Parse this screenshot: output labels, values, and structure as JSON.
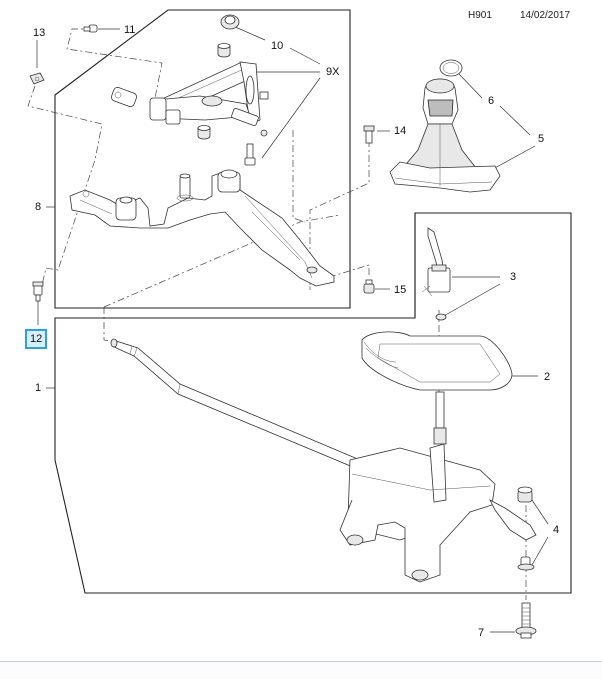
{
  "header": {
    "diagram_code": "H901",
    "date": "14/02/2017"
  },
  "diagram": {
    "type": "exploded parts diagram",
    "subject": "gear shift lever and control assembly",
    "selected_callout": "12",
    "callouts": [
      {
        "id": "1",
        "label": "1"
      },
      {
        "id": "2",
        "label": "2"
      },
      {
        "id": "3",
        "label": "3"
      },
      {
        "id": "4",
        "label": "4"
      },
      {
        "id": "5",
        "label": "5"
      },
      {
        "id": "6",
        "label": "6"
      },
      {
        "id": "7",
        "label": "7"
      },
      {
        "id": "8",
        "label": "8"
      },
      {
        "id": "9X",
        "label": "9X"
      },
      {
        "id": "10",
        "label": "10"
      },
      {
        "id": "11",
        "label": "11"
      },
      {
        "id": "12",
        "label": "12"
      },
      {
        "id": "13",
        "label": "13"
      },
      {
        "id": "14",
        "label": "14"
      },
      {
        "id": "15",
        "label": "15"
      }
    ],
    "highlight_color": "#2aa3d8",
    "highlight_fill": "#d8eef8"
  }
}
